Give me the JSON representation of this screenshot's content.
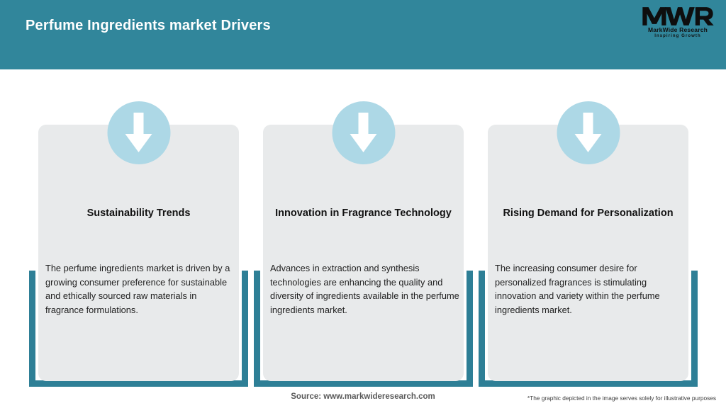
{
  "header": {
    "title": "Perfume Ingredients market Drivers",
    "background_color": "#31869B",
    "title_color": "#FFFFFF"
  },
  "logo": {
    "mark": "MWR",
    "name": "MarkWide Research",
    "tagline": "Inspiring Growth"
  },
  "theme": {
    "teal": "#2E7F96",
    "card_gray": "#E8EAEB",
    "icon_circle_blue": "#ADD8E6",
    "arrow_white": "#FFFFFF"
  },
  "cards": [
    {
      "icon": "arrow-down-icon",
      "title": "Sustainability Trends",
      "body": "The perfume ingredients market is driven by a growing consumer preference for sustainable and ethically sourced raw materials in fragrance formulations."
    },
    {
      "icon": "arrow-down-icon",
      "title": "Innovation in Fragrance Technology",
      "body": "Advances in extraction and synthesis technologies are enhancing the quality and diversity of ingredients available in the perfume ingredients market."
    },
    {
      "icon": "arrow-down-icon",
      "title": "Rising Demand for Personalization",
      "body": "The increasing consumer desire for personalized fragrances is stimulating innovation and variety within the perfume ingredients market."
    }
  ],
  "footer": {
    "source": "Source: www.markwideresearch.com",
    "note": "*The graphic depicted in the image serves solely for illustrative purposes"
  }
}
